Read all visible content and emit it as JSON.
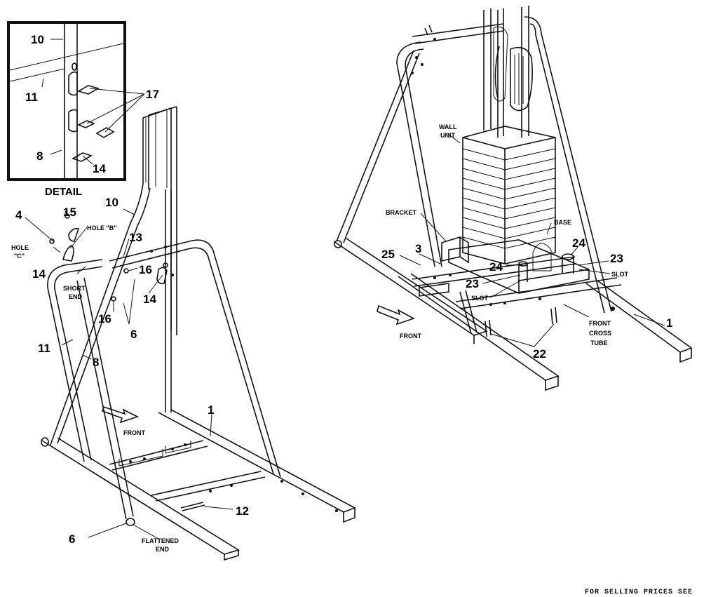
{
  "detail": {
    "title": "DETAIL",
    "parts": [
      "10",
      "11",
      "8",
      "17",
      "14"
    ]
  },
  "left_assembly": {
    "part_numbers": [
      "15",
      "4",
      "10",
      "13",
      "14",
      "16",
      "14",
      "16",
      "6",
      "11",
      "8",
      "1",
      "12",
      "6"
    ],
    "labels": {
      "hole_b": "HOLE \"B\"",
      "hole_c_1": "HOLE",
      "hole_c_2": "\"C\"",
      "short_end_1": "SHORT",
      "short_end_2": "END",
      "front": "FRONT",
      "flattened_1": "FLATTENED",
      "flattened_2": "END"
    }
  },
  "right_assembly": {
    "part_numbers": [
      "25",
      "3",
      "24",
      "23",
      "24",
      "23",
      "1",
      "22"
    ],
    "labels": {
      "wall_unit_1": "WALL",
      "wall_unit_2": "UNIT",
      "bracket": "BRACKET",
      "base": "BASE",
      "slot_right": "SLOT",
      "slot_left": "SLOT",
      "front": "FRONT",
      "front_cross_1": "FRONT",
      "front_cross_2": "CROSS",
      "front_cross_3": "TUBE"
    }
  },
  "footer": {
    "note": "FOR SELLING PRICES SEE"
  }
}
